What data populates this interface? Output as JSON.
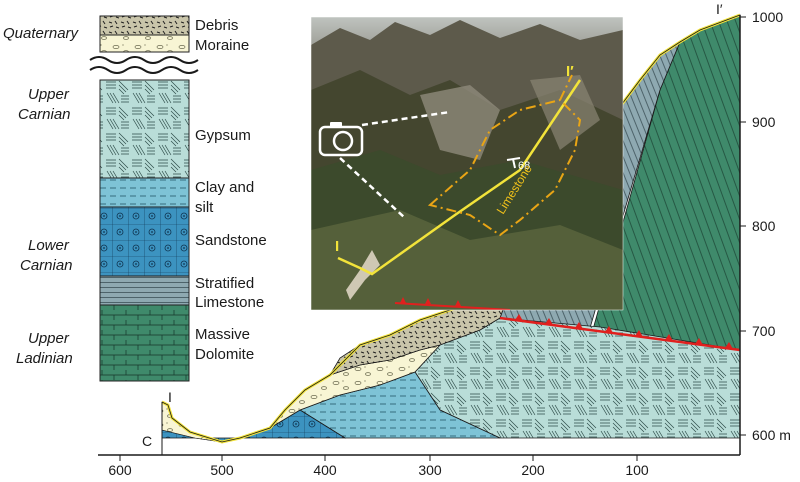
{
  "legend": {
    "eras": [
      {
        "lines": [
          "Quaternary"
        ]
      },
      {
        "lines": [
          "Upper",
          "Carnian"
        ]
      },
      {
        "lines": [
          "Lower",
          "Carnian"
        ]
      },
      {
        "lines": [
          "Upper",
          "Ladinian"
        ]
      }
    ],
    "units": [
      {
        "lines": [
          "Debris"
        ]
      },
      {
        "lines": [
          "Moraine"
        ]
      },
      {
        "lines": [
          "Gypsum"
        ]
      },
      {
        "lines": [
          "Clay and",
          "silt"
        ]
      },
      {
        "lines": [
          "Sandstone"
        ]
      },
      {
        "lines": [
          "Stratified",
          "Limestone"
        ]
      },
      {
        "lines": [
          "Massive",
          "Dolomite"
        ]
      }
    ]
  },
  "section": {
    "x_axis": {
      "ticks": [
        "600",
        "500",
        "400",
        "300",
        "200",
        "100"
      ]
    },
    "y_axis": {
      "ticks": [
        "1000",
        "900",
        "800",
        "700",
        "600 m"
      ]
    },
    "labels": {
      "start": "I",
      "end": "I′",
      "point_c": "C"
    }
  },
  "photo": {
    "label_start": "I",
    "label_end": "I′",
    "dip_value": "68",
    "formation_label": "Limestone"
  },
  "colors": {
    "gypsum": "#b9ddd8",
    "clay": "#7ec3d6",
    "sandstone": "#3c93c0",
    "limestone": "#8ea9b1",
    "dolomite": "#3f8a6b",
    "moraine": "#f8f5d4",
    "debris": "#c9c5aa",
    "surface_line": "#f2e33a",
    "thrust": "#e0201e"
  }
}
